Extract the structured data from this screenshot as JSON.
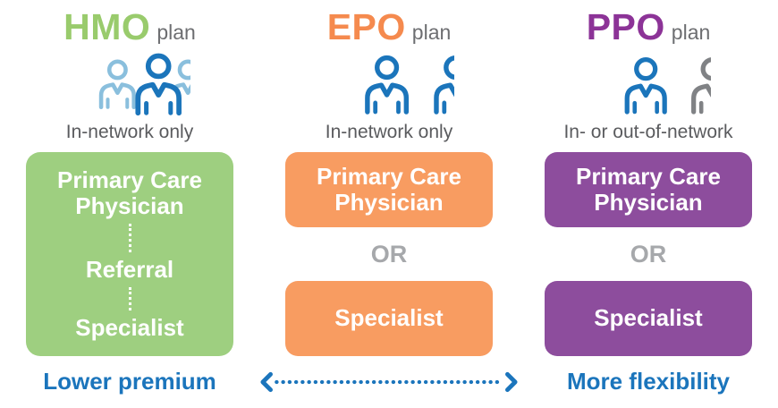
{
  "colors": {
    "green_text": "#99cb6c",
    "green_box": "#9ecf80",
    "orange_text": "#f58a4e",
    "orange_box": "#f89c61",
    "purple_text": "#8c3397",
    "purple_box": "#8d4d9d",
    "blue": "#1b75bb",
    "light_blue": "#8abfdd",
    "gray_person": "#808285",
    "plan_gray": "#6d6e71",
    "subtitle_gray": "#5a5b5e",
    "or_gray": "#a6a8ab",
    "footer_blue": "#1b75bc"
  },
  "columns": [
    {
      "acronym": "HMO",
      "plan_word": "plan",
      "icon": "three-people-icon",
      "network_label": "In-network only",
      "flow": {
        "step1": "Primary Care Physician",
        "step2": "Referral",
        "step3": "Specialist"
      }
    },
    {
      "acronym": "EPO",
      "plan_word": "plan",
      "icon": "two-people-icon",
      "network_label": "In-network only",
      "box1": "Primary Care Physician",
      "connector": "OR",
      "box2": "Specialist"
    },
    {
      "acronym": "PPO",
      "plan_word": "plan",
      "icon": "two-people-in-and-out-of-network-icon",
      "network_label": "In- or out-of-network",
      "box1": "Primary Care Physician",
      "connector": "OR",
      "box2": "Specialist"
    }
  ],
  "footer": {
    "left_label": "Lower premium",
    "right_label": "More flexibility",
    "arrow": "double-headed-dotted-arrow"
  }
}
